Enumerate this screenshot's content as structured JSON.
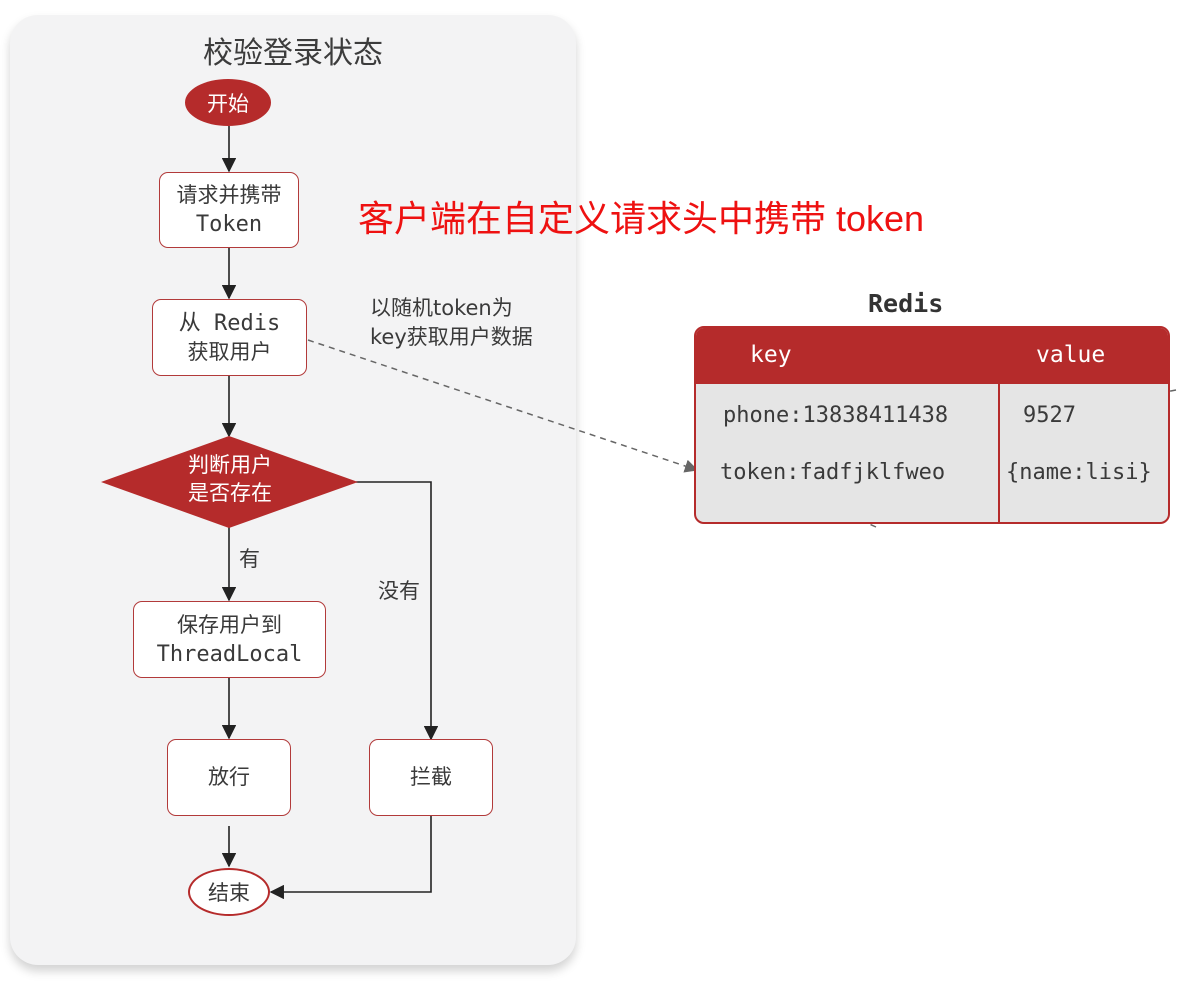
{
  "panel": {
    "title": "校验登录状态"
  },
  "nodes": {
    "start": "开始",
    "request_line1": "请求并携带",
    "request_line2": "Token",
    "get_line1": "从 Redis",
    "get_line2": "获取用户",
    "judge_line1": "判断用户",
    "judge_line2": "是否存在",
    "save_line1": "保存用户到",
    "save_line2": "ThreadLocal",
    "pass": "放行",
    "intercept": "拦截",
    "end": "结束"
  },
  "edges": {
    "yes": "有",
    "no": "没有"
  },
  "note": {
    "line1": "以随机token为",
    "line2": "key获取用户数据"
  },
  "annotation": "客户端在自定义请求头中携带 token",
  "redis": {
    "title": "Redis",
    "headers": {
      "key": "key",
      "value": "value"
    },
    "rows": [
      {
        "key": "phone:13838411438",
        "value": "9527"
      },
      {
        "key": "token:fadfjklfweo",
        "value": "{name:lisi}"
      }
    ]
  },
  "colors": {
    "accent": "#b52b2b",
    "annotation": "#ee1111",
    "panel": "#f3f3f4"
  }
}
